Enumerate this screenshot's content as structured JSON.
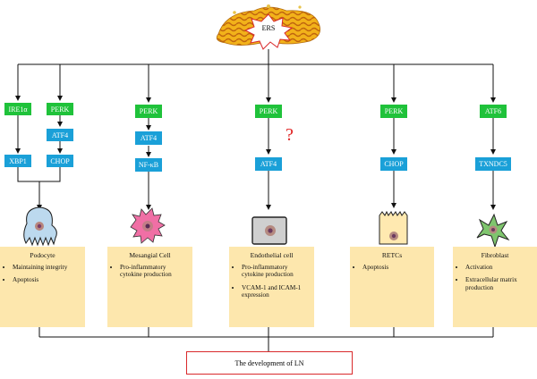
{
  "ers": {
    "label": "ERS"
  },
  "columns": [
    {
      "markers": [
        [
          "IRE1α",
          "XBP1"
        ],
        [
          "PERK",
          "ATF4",
          "CHOP"
        ]
      ],
      "cell_title": "Podocyte",
      "effects": [
        "Maintaining integrity",
        "Apoptosis"
      ]
    },
    {
      "markers": [
        [
          "PERK",
          "ATF4",
          "NF-κB"
        ]
      ],
      "cell_title": "Mesangial Cell",
      "effects": [
        "Pro-inflammatory cytokine production"
      ]
    },
    {
      "markers": [
        [
          "PERK",
          "ATF4"
        ]
      ],
      "cell_title": "Endothelial cell",
      "effects": [
        "Pro-inflammatory cytokine production",
        "VCAM-1 and ICAM-1 expression"
      ]
    },
    {
      "markers": [
        [
          "PERK",
          "CHOP"
        ]
      ],
      "cell_title": "RETCs",
      "effects": [
        "Apoptosis"
      ]
    },
    {
      "markers": [
        [
          "ATF6",
          "TXNDC5"
        ]
      ],
      "cell_title": "Fibroblast",
      "effects": [
        "Activation",
        "Extracellular matrix production"
      ]
    }
  ],
  "unknown_mark": "?",
  "outcome": "The development of LN",
  "colors": {
    "green": "#1fc23a",
    "blue": "#1aa0d8",
    "panel": "#fde7ad",
    "outcome_border": "#d9292b",
    "question": "#e02020"
  }
}
